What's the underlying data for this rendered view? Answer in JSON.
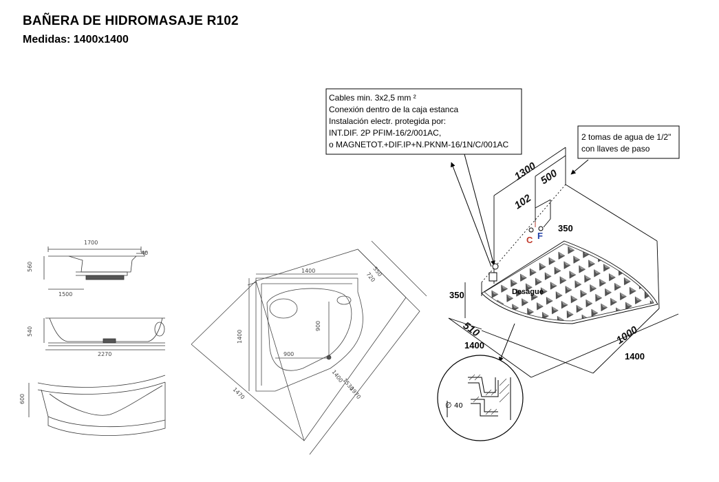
{
  "header": {
    "title": "BAÑERA DE HIDROMASAJE R102",
    "subtitle": "Medidas: 1400x1400"
  },
  "elevation_views": {
    "front_top": {
      "width": "1700",
      "height": "560",
      "inset": "1500",
      "side": "40"
    },
    "front_mid": {
      "height": "540",
      "width": "2270"
    },
    "curved": {
      "height": "600"
    }
  },
  "plan_view": {
    "top": "1400",
    "left": "1400",
    "inner_h": "900",
    "inner_v": "900",
    "diag_a": "550",
    "diag_b": "720",
    "diag_c": "1400",
    "diag_d": "1530",
    "diag_e": "1970",
    "diag_f": "1470"
  },
  "install_view": {
    "electrical_note": [
      "Cables min. 3x2,5 mm ²",
      "Conexión dentro de la caja estanca",
      "Instalación electr. protegida por:",
      "INT.DIF. 2P PFIM-16/2/001AC,",
      "o MAGNETOT.+DIF.IP+N.PKNM-16/1N/C/001AC"
    ],
    "water_note": [
      "2 tomas de agua de 1/2\"",
      "con llaves de paso"
    ],
    "dim_1300": "1300",
    "dim_500": "500",
    "dim_102": "102",
    "hot": "C",
    "cold": "F",
    "h_350_right": "350",
    "h_350_left": "350",
    "drain_label": "Desague",
    "dim_510": "510",
    "dim_1000": "1000",
    "dim_1400_left": "1400",
    "dim_1400_right": "1400",
    "drain_diameter": "40",
    "hot_color": "#c0392b",
    "cold_color": "#1f3fa8"
  }
}
